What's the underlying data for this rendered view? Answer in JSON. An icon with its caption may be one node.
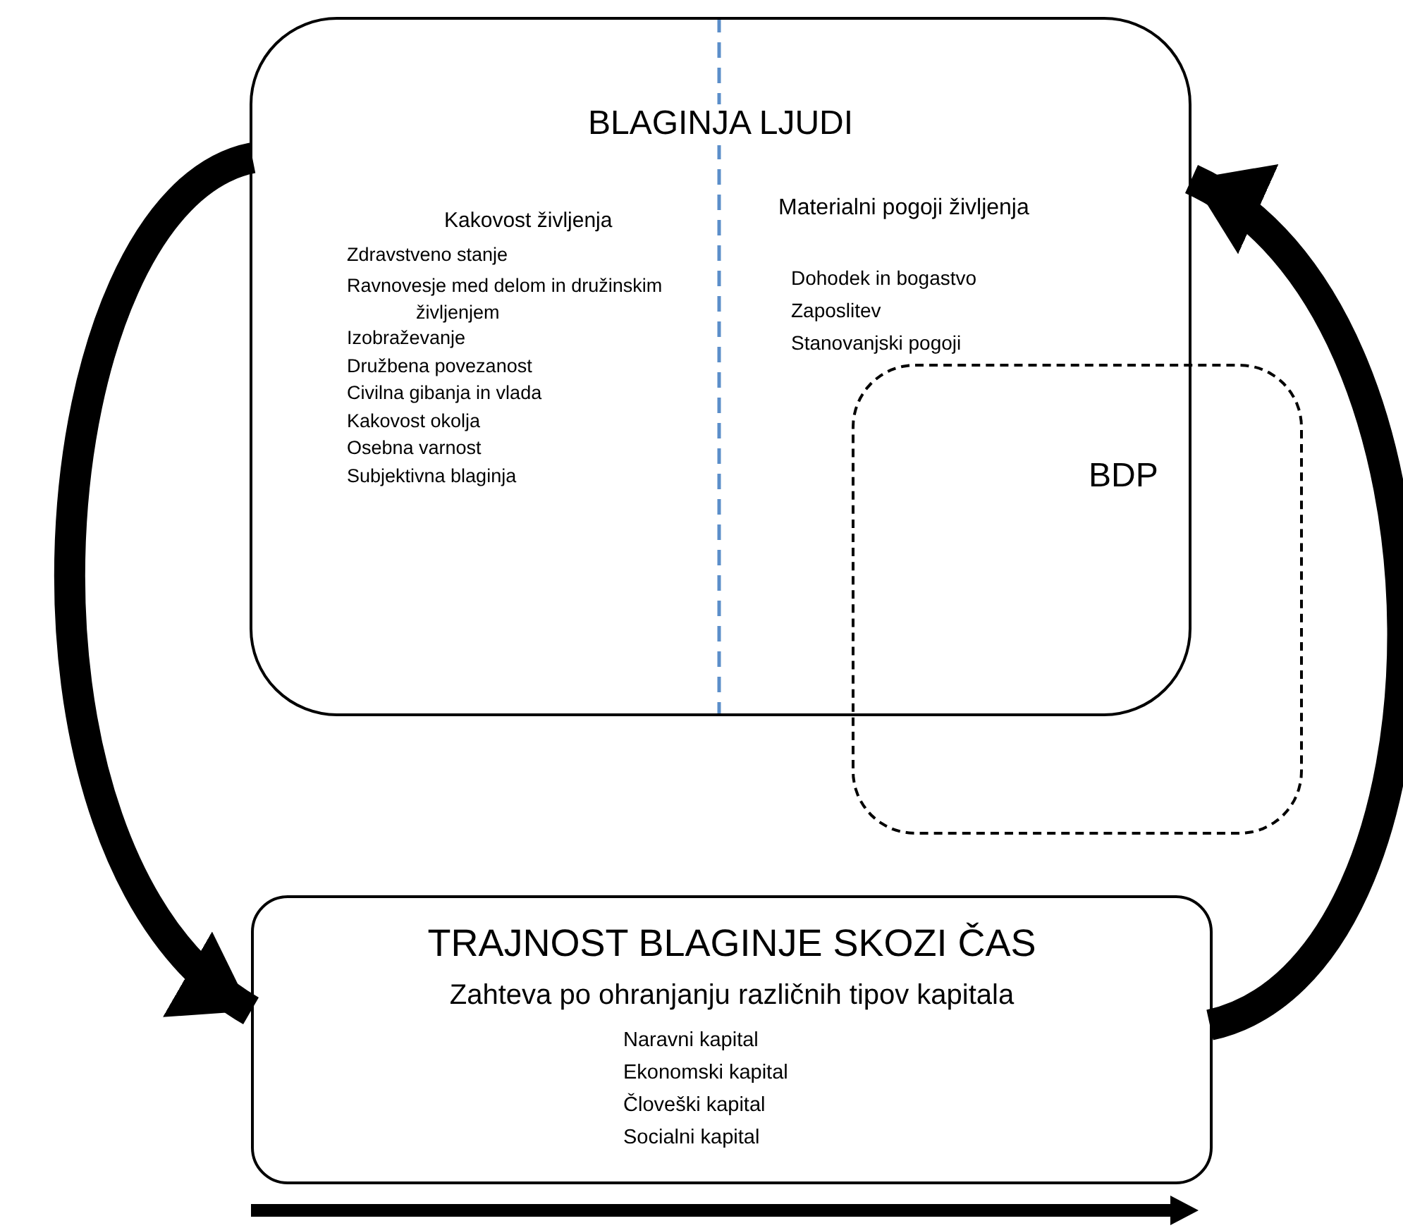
{
  "diagram": {
    "nodes": [
      {
        "text": [
          "BLAGINJA LJUDI",
          "Kakovost življenja",
          "Zdravstveno stanje",
          "Ravnovesje med delom in družinskim življenjem",
          "Izobraževanje",
          "Družbena povezanost",
          "Civilna gibanja in  vlada",
          "Kakovost okolja",
          "Osebna varnost",
          "Subjektivna blaginja",
          "Materialni pogoji življenja",
          "Dohodek in bogastvo",
          "Zaposlitev",
          "Stanovanjski pogoji"
        ]
      },
      {
        "text": [
          "BDP"
        ]
      },
      {
        "text": [
          "TRAJNOST BLAGINJE SKOZI ČAS",
          "Zahteva po ohranjanju različnih tipov kapitala",
          "Naravni kapital",
          "Ekonomski kapital",
          "Človeški kapital",
          "Socialni kapital"
        ]
      }
    ],
    "edges": [
      {
        "from": 0,
        "to": 2,
        "arrow": "to"
      },
      {
        "from": 2,
        "to": 0,
        "arrow": "to"
      }
    ]
  }
}
